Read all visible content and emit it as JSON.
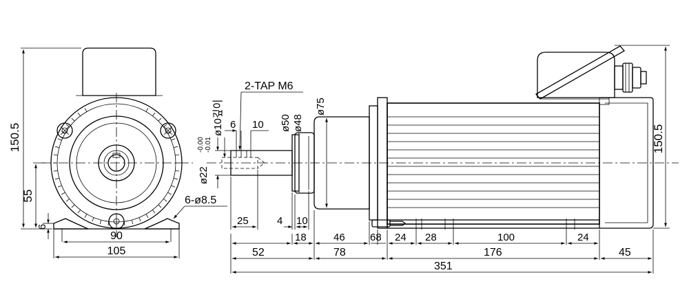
{
  "colors": {
    "line": "#000000",
    "background": "#ffffff"
  },
  "labels": {
    "tap": "2-TAP M6",
    "bore_depth": "ø10깊이",
    "mount_holes": "6-ø8.5",
    "shaft_dia_base": "ø22",
    "shaft_tol_upper": "-0.00",
    "shaft_tol_lower": "-0.01",
    "d50": "ø50",
    "d48": "ø48",
    "d75": "ø75"
  },
  "dimensions": {
    "d150_5_left": "150.5",
    "d55": "55",
    "d6_left": "6",
    "d90": "90",
    "d105": "105",
    "d6_top": "6",
    "d10_top": "10",
    "d25": "25",
    "d4": "4",
    "d10_low": "10",
    "d52": "52",
    "d18": "18",
    "d46": "46",
    "d78": "78",
    "d68": "68",
    "d24a": "24",
    "d28": "28",
    "d100": "100",
    "d24b": "24",
    "d176": "176",
    "d45": "45",
    "d351": "351",
    "d150_5_right": "150.5"
  }
}
